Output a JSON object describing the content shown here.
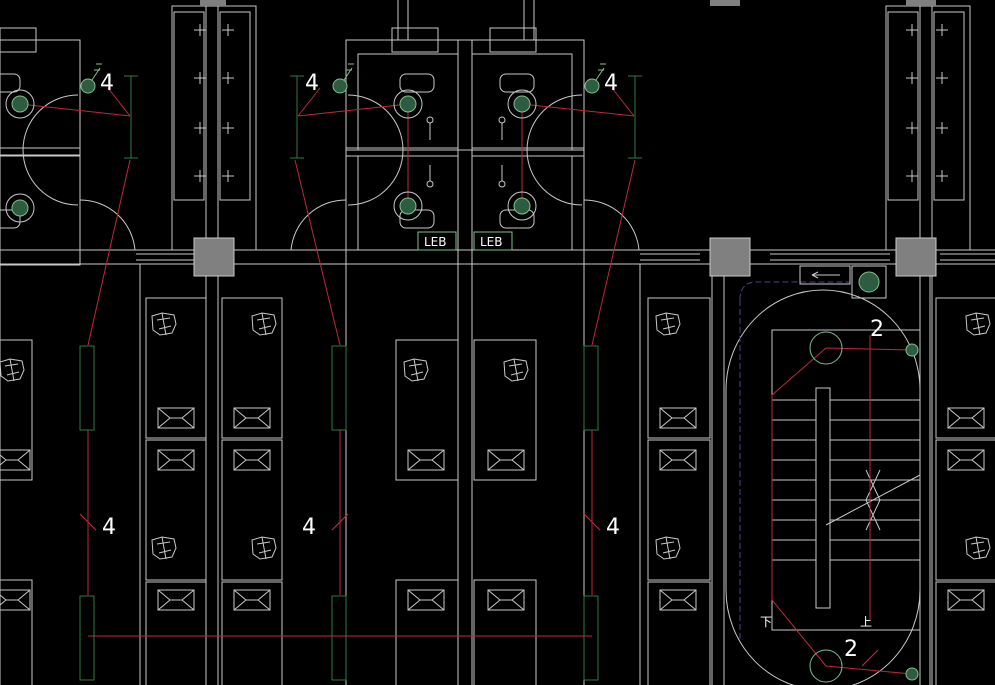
{
  "drawing": {
    "circuit_labels": [
      "4",
      "4",
      "4",
      "4",
      "4",
      "4",
      "2",
      "2"
    ],
    "leb_labels": [
      "LEB",
      "LEB"
    ],
    "stair_marks": [
      "下",
      "上"
    ]
  },
  "colors": {
    "background": "#000000",
    "wall_line": "#c8c8c8",
    "wiring": "#c0283a",
    "fixture_fill": "#2e5c40",
    "fixture_stroke": "#7fbf90",
    "column_fill": "#808080",
    "text": "#ffffff",
    "dashed_line": "#5a3a8a"
  }
}
